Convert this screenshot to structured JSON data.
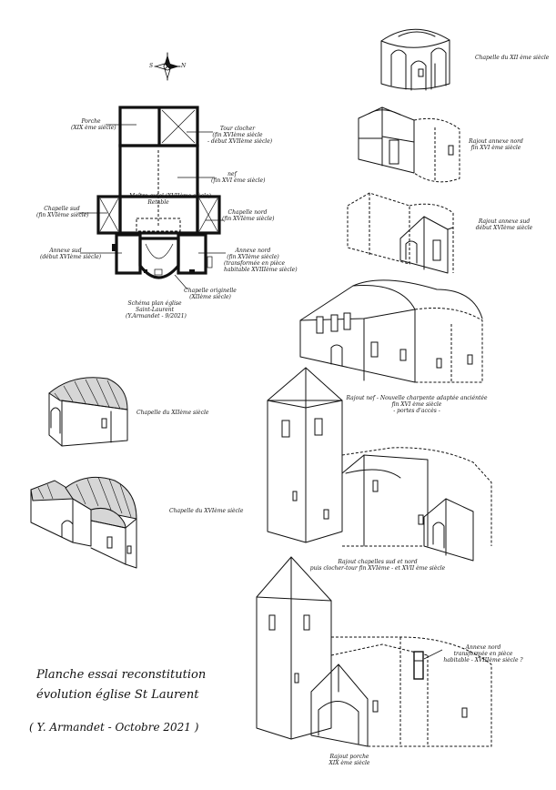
{
  "compass": {
    "s": "S",
    "n": "N"
  },
  "plan": {
    "porche": [
      "Porche",
      "(XIX ème siècle)"
    ],
    "clocher": [
      "Tour clocher",
      "(fin XVIème siècle",
      "- début XVIIème siècle)"
    ],
    "nef": [
      "nef",
      "(fin XVI ème siècle)"
    ],
    "chapelle_sud": [
      "Chapelle sud",
      "(fin XVIème siècle)"
    ],
    "chapelle_nord": [
      "Chapelle nord",
      "(fin XVIème siècle)"
    ],
    "maitre_autel": [
      "Maître-autel (XVIIème siècle)",
      "Retable"
    ],
    "annexe_sud": [
      "Annexe sud",
      "(début XVIème siècle)"
    ],
    "annexe_nord": [
      "Annexe nord",
      "(fin XVIème siècle)",
      "(transformée en pièce",
      "habitable XVIIIème siècle)"
    ],
    "chapelle_originelle": [
      "Chapelle originelle",
      "(XIIème siècle)"
    ],
    "caption": [
      "Schéma plan église",
      "Saint-Laurent",
      "(Y.Armandet - 9/2021)"
    ]
  },
  "stages": {
    "s1": [
      "Chapelle du XII ème siècle"
    ],
    "s2": [
      "Rajout annexe nord",
      "fin XVI ème siècle"
    ],
    "s3": [
      "Rajout annexe sud",
      "début XVIème siècle"
    ],
    "s4": [
      "Rajout nef - Nouvelle charpente adaptée anciéntée",
      "fin XVI ème siècle",
      "- portes d'accès -"
    ],
    "s5": [
      "Rajout chapelles sud et nord",
      "puis clocher-tour fin XVIème - et XVII ème siècle"
    ],
    "s6": [
      "Annexe nord",
      "transformée en pièce",
      "habitable - XVIIIème siècle ?"
    ],
    "s7": [
      "Rajout porche",
      "XIX ème siècle"
    ]
  },
  "left_views": {
    "v1": "Chapelle du XIIème siècle",
    "v2": "Chapelle du XVIème siècle"
  },
  "plate_title": {
    "line1": "Planche essai reconstitution",
    "line2": "évolution église St Laurent",
    "line3": "( Y. Armandet - Octobre 2021 )"
  }
}
